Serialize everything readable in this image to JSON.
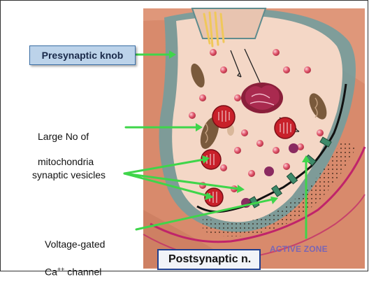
{
  "labels": {
    "presynaptic_knob": "Presynaptic knob",
    "mitochondria_line1": "Large No of",
    "mitochondria_line2": "mitochondria",
    "synaptic_vesicles": "synaptic vesicles",
    "voltage_gated_line1": "Voltage-gated",
    "ca_base": "Ca",
    "ca_superscript": "++",
    "ca_suffix": " channel",
    "postsynaptic": "Postsynaptic n.",
    "active_zone": "ACTIVE ZONE"
  },
  "colors": {
    "background_tissue": "#d88a6c",
    "knob_fill": "#f4d7c6",
    "knob_outline": "#5f8c8e",
    "vesicle": "#e0546a",
    "large_vesicle": "#c8202a",
    "mitochondria": "#7a5a3c",
    "arrow_green": "#3fd54a",
    "label_box": "#bcd3ea",
    "active_zone_text": "#7a66b4",
    "postsynaptic_border": "#1f3f8f"
  }
}
